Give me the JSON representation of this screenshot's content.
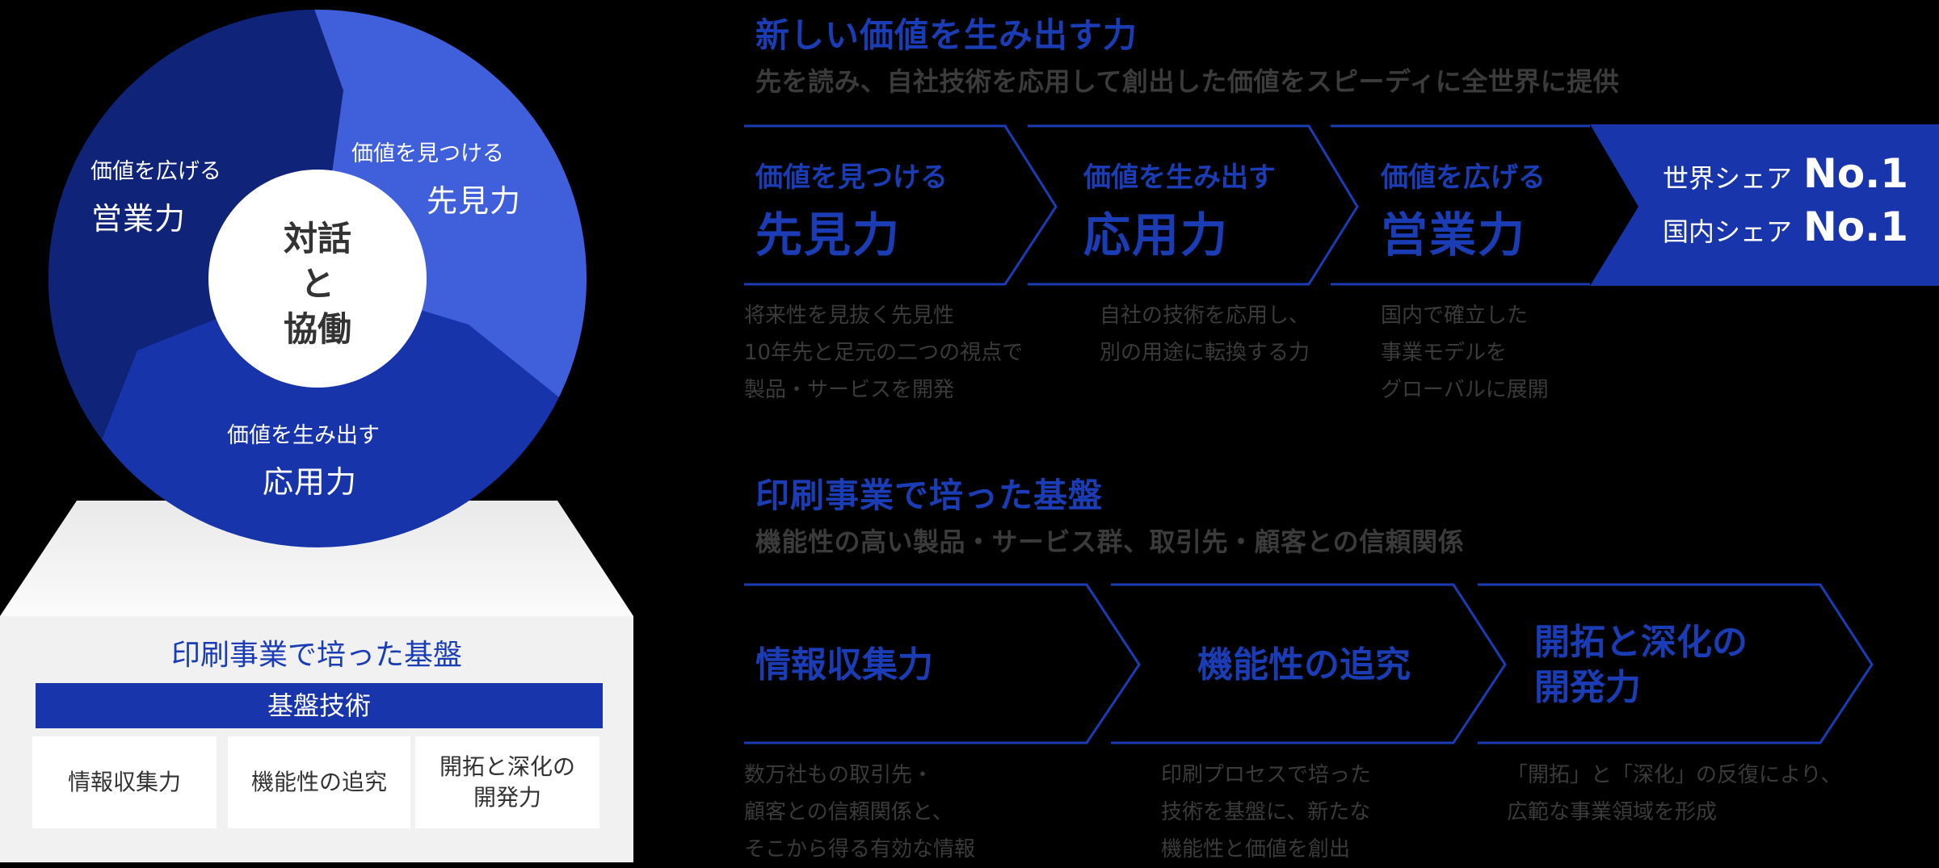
{
  "colors": {
    "background": "#000000",
    "accent_blue": "#1a3db5",
    "ring_dark": "#0f2379",
    "ring_light": "#3f5fdb",
    "ring_mid": "#1734ab",
    "pedestal_bg": "#f1f1f1",
    "description_gray": "#3b3b3b"
  },
  "cycle": {
    "center": {
      "line1": "対話",
      "line2": "と",
      "line3": "協働"
    },
    "segments": [
      {
        "id": "sales",
        "small": "価値を広げる",
        "big": "営業力"
      },
      {
        "id": "foresight",
        "small": "価値を見つける",
        "big": "先見力"
      },
      {
        "id": "application",
        "small": "価値を生み出す",
        "big": "応用力"
      }
    ]
  },
  "pedestal": {
    "title": "印刷事業で培った基盤",
    "bar_label": "基盤技術",
    "cells": [
      {
        "line1": "情報収集力",
        "line2": ""
      },
      {
        "line1": "機能性の追究",
        "line2": ""
      },
      {
        "line1": "開拓と深化の",
        "line2": "開発力"
      }
    ]
  },
  "section_new_value": {
    "title": "新しい価値を生み出す力",
    "subtitle": "先を読み、自社技術を応用して創出した価値をスピーディに全世界に提供",
    "steps": [
      {
        "small": "価値を見つける",
        "big": "先見力",
        "desc": [
          "将来性を見抜く先見性",
          "10年先と足元の二つの視点で",
          "製品・サービスを開発"
        ]
      },
      {
        "small": "価値を生み出す",
        "big": "応用力",
        "desc": [
          "自社の技術を応用し、",
          "別の用途に転換する力"
        ]
      },
      {
        "small": "価値を広げる",
        "big": "営業力",
        "desc": [
          "国内で確立した",
          "事業モデルを",
          "グローバルに展開"
        ]
      }
    ],
    "result": [
      {
        "label": "世界シェア",
        "value": "No.1"
      },
      {
        "label": "国内シェア",
        "value": "No.1"
      }
    ]
  },
  "section_foundation": {
    "title": "印刷事業で培った基盤",
    "subtitle": "機能性の高い製品・サービス群、取引先・顧客との信頼関係",
    "steps": [
      {
        "line1": "情報収集力",
        "line2": "",
        "desc": [
          "数万社もの取引先・",
          "顧客との信頼関係と、",
          "そこから得る有効な情報"
        ]
      },
      {
        "line1": "機能性の追究",
        "line2": "",
        "desc": [
          "印刷プロセスで培った",
          "技術を基盤に、新たな",
          "機能性と価値を創出"
        ]
      },
      {
        "line1": "開拓と深化の",
        "line2": "開発力",
        "desc": [
          "「開拓」と「深化」の反復により、",
          "広範な事業領域を形成"
        ]
      }
    ]
  }
}
